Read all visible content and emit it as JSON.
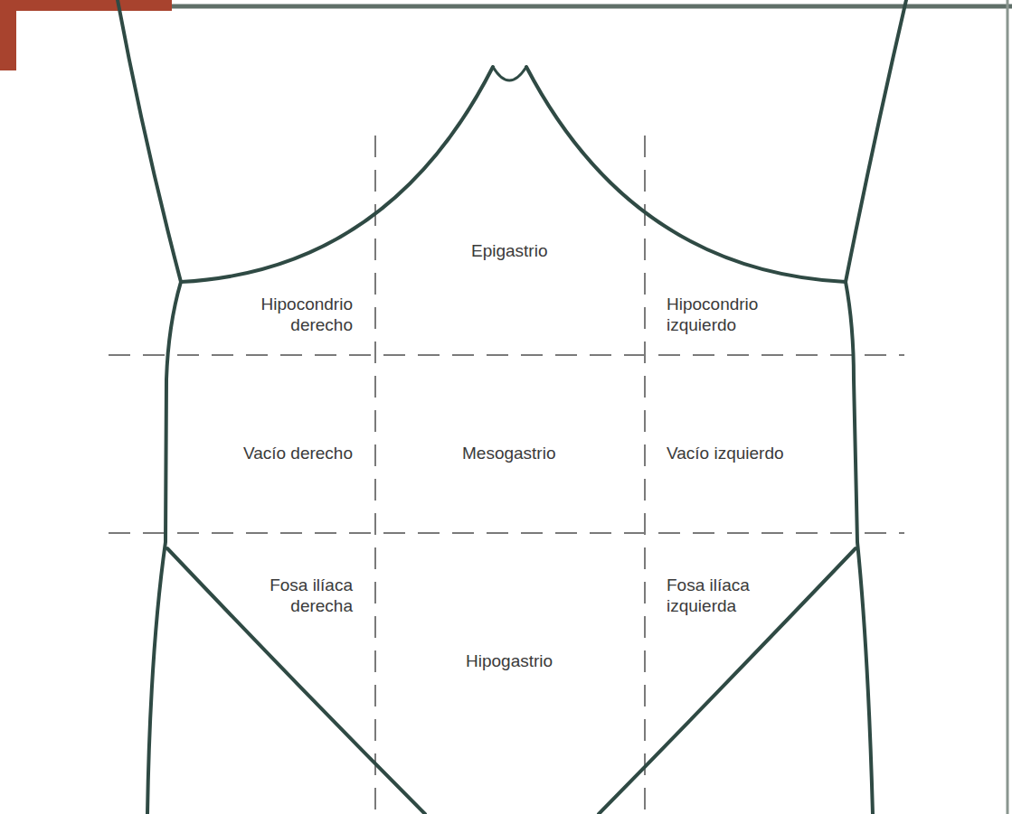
{
  "diagram": {
    "labels": [
      "Epigastrio",
      "Hipocondrio derecho",
      "Hipocondrio izquierdo",
      "Vacío derecho",
      "Mesogastrio",
      "Vacío izquierdo",
      "Fosa ilíaca derecha",
      "Fosa ilíaca izquierda",
      "Hipogastrio"
    ]
  }
}
